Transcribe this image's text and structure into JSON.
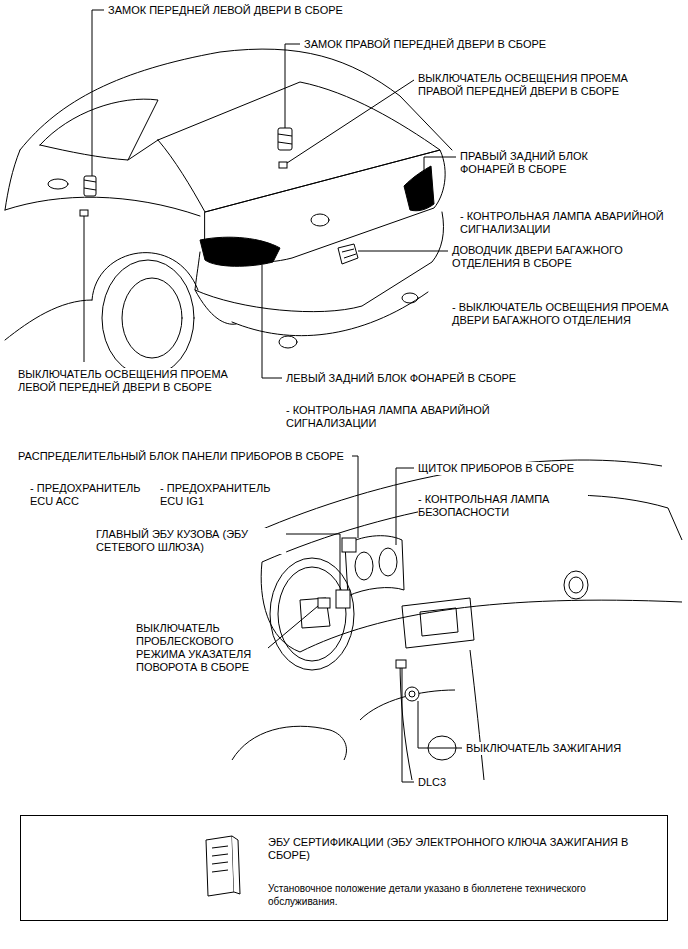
{
  "diagram": {
    "nodes": [
      {
        "text": [
          "ЭБУ СЕРТИФИКАЦИИ (ЭБУ ЭЛЕКТРОННОГО КЛЮЧА ЗАЖИГАНИЯ В СБОРЕ)",
          "Установочное положение детали указано в бюллетене технического обслуживания."
        ]
      }
    ],
    "labels": [
      "ЗАМОК ПЕРЕДНЕЙ ЛЕВОЙ ДВЕРИ В СБОРЕ",
      "ЗАМОК ПРАВОЙ ПЕРЕДНЕЙ ДВЕРИ В СБОРЕ",
      "ВЫКЛЮЧАТЕЛЬ ОСВЕЩЕНИЯ ПРОЕМА ПРАВОЙ ПЕРЕДНЕЙ ДВЕРИ В СБОРЕ",
      "ПРАВЫЙ ЗАДНИЙ БЛОК ФОНАРЕЙ В СБОРЕ",
      "- КОНТРОЛЬНАЯ ЛАМПА АВАРИЙНОЙ СИГНАЛИЗАЦИИ",
      "ДОВОДЧИК ДВЕРИ БАГАЖНОГО ОТДЕЛЕНИЯ В СБОРЕ",
      "- ВЫКЛЮЧАТЕЛЬ ОСВЕЩЕНИЯ ПРОЕМА ДВЕРИ БАГАЖНОГО ОТДЕЛЕНИЯ",
      "ВЫКЛЮЧАТЕЛЬ ОСВЕЩЕНИЯ ПРОЕМА ЛЕВОЙ ПЕРЕДНЕЙ ДВЕРИ В СБОРЕ",
      "ЛЕВЫЙ ЗАДНИЙ БЛОК ФОНАРЕЙ В СБОРЕ",
      "- КОНТРОЛЬНАЯ ЛАМПА АВАРИЙНОЙ СИГНАЛИЗАЦИИ",
      "РАСПРЕДЕЛИТЕЛЬНЫЙ БЛОК ПАНЕЛИ ПРИБОРОВ В СБОРЕ",
      "- ПРЕДОХРАНИТЕЛЬ ECU ACC",
      "- ПРЕДОХРАНИТЕЛЬ ECU IG1",
      "ЩИТОК ПРИБОРОВ В СБОРЕ",
      "- КОНТРОЛЬНАЯ ЛАМПА БЕЗОПАСНОСТИ",
      "ГЛАВНЫЙ ЭБУ КУЗОВА (ЭБУ СЕТЕВОГО ШЛЮЗА)",
      "ВЫКЛЮЧАТЕЛЬ ПРОБЛЕСКОВОГО РЕЖИМА УКАЗАТЕЛЯ ПОВОРОТА В СБОРЕ",
      "ВЫКЛЮЧАТЕЛЬ ЗАЖИГАНИЯ",
      "DLC3"
    ]
  }
}
